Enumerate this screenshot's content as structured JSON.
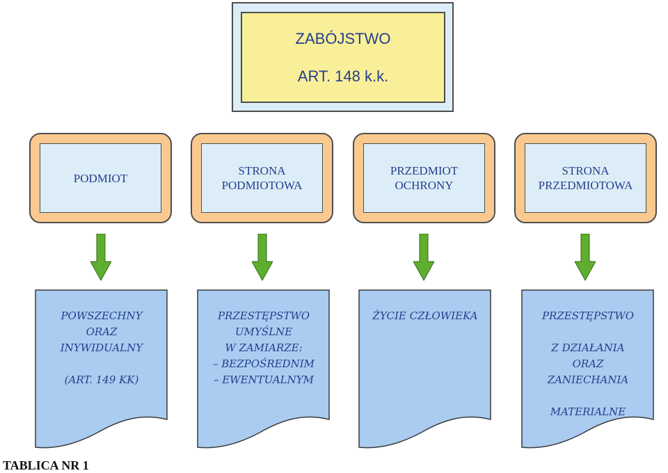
{
  "title_box": {
    "line1": "ZABÓJSTWO",
    "line2": "ART. 148 k.k."
  },
  "categories": [
    {
      "lines": [
        "PODMIOT"
      ]
    },
    {
      "lines": [
        "STRONA",
        "PODMIOTOWA"
      ]
    },
    {
      "lines": [
        "PRZEDMIOT",
        "OCHRONY"
      ]
    },
    {
      "lines": [
        "STRONA",
        "PRZEDMIOTOWA"
      ]
    }
  ],
  "details": [
    {
      "lines": [
        "POWSZECHNY",
        "ORAZ",
        "INYWIDUALNY",
        "",
        "(ART. 149 KK)"
      ]
    },
    {
      "lines": [
        "PRZESTĘPSTWO",
        "UMYŚLNE",
        "W ZAMIARZE:",
        "– BEZPOŚREDNIM",
        "– EWENTUALNYM"
      ]
    },
    {
      "lines": [
        "ŻYCIE CZŁOWIEKA"
      ]
    },
    {
      "lines": [
        "PRZESTĘPSTWO",
        "",
        "Z DZIAŁANIA",
        "ORAZ",
        "ZANIECHANIA",
        "",
        "MATERIALNE"
      ]
    }
  ],
  "footer": "TABLICA NR 1",
  "colors": {
    "title_outer": "#dcedf7",
    "title_inner": "#f8ef98",
    "category_frame": "#fac990",
    "category_inner": "#dcedf7",
    "arrow": "#5fae2e",
    "detail_fill": "#a9ccf0",
    "text": "#253f8c"
  }
}
